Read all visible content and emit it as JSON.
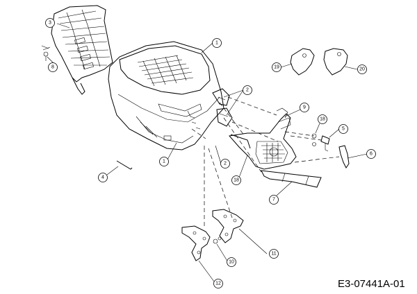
{
  "drawing": {
    "code": "E3-07441A-01",
    "callouts": [
      "1",
      "1",
      "2",
      "2",
      "3",
      "4",
      "5",
      "6",
      "7",
      "8",
      "9",
      "10",
      "11",
      "12",
      "18",
      "18",
      "19",
      "20"
    ]
  }
}
